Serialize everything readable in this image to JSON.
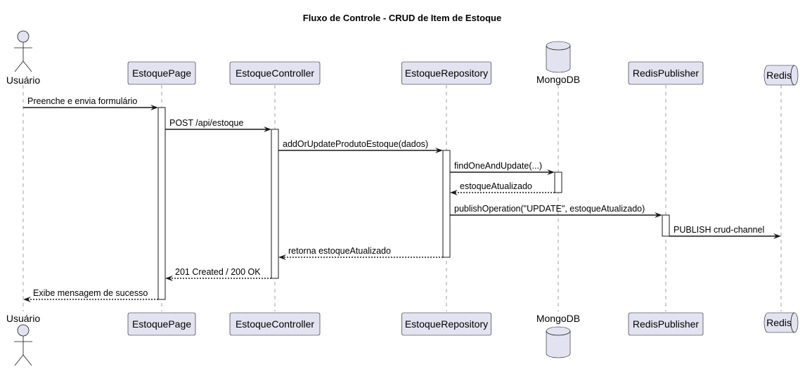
{
  "diagram": {
    "title": "Fluxo de Controle - CRUD de Item de Estoque",
    "participants": [
      {
        "id": "usuario",
        "label": "Usuário",
        "kind": "actor"
      },
      {
        "id": "estoquepage",
        "label": "EstoquePage",
        "kind": "participant"
      },
      {
        "id": "estoquecontroller",
        "label": "EstoqueController",
        "kind": "participant"
      },
      {
        "id": "estoquerepository",
        "label": "EstoqueRepository",
        "kind": "participant"
      },
      {
        "id": "mongodb",
        "label": "MongoDB",
        "kind": "database"
      },
      {
        "id": "redispublisher",
        "label": "RedisPublisher",
        "kind": "participant"
      },
      {
        "id": "redis",
        "label": "Redis",
        "kind": "queue"
      }
    ],
    "messages": [
      {
        "from": "usuario",
        "to": "estoquepage",
        "label": "Preenche e envia formulário",
        "type": "sync"
      },
      {
        "from": "estoquepage",
        "to": "estoquecontroller",
        "label": "POST /api/estoque",
        "type": "sync"
      },
      {
        "from": "estoquecontroller",
        "to": "estoquerepository",
        "label": "addOrUpdateProdutoEstoque(dados)",
        "type": "sync"
      },
      {
        "from": "estoquerepository",
        "to": "mongodb",
        "label": "findOneAndUpdate(...)",
        "type": "sync"
      },
      {
        "from": "mongodb",
        "to": "estoquerepository",
        "label": "estoqueAtualizado",
        "type": "return"
      },
      {
        "from": "estoquerepository",
        "to": "redispublisher",
        "label": "publishOperation(\"UPDATE\", estoqueAtualizado)",
        "type": "sync"
      },
      {
        "from": "redispublisher",
        "to": "redis",
        "label": "PUBLISH crud-channel",
        "type": "sync"
      },
      {
        "from": "estoquerepository",
        "to": "estoquecontroller",
        "label": "retorna estoqueAtualizado",
        "type": "return"
      },
      {
        "from": "estoquecontroller",
        "to": "estoquepage",
        "label": "201 Created / 200 OK",
        "type": "return"
      },
      {
        "from": "estoquepage",
        "to": "usuario",
        "label": "Exibe mensagem de sucesso",
        "type": "return"
      }
    ]
  }
}
